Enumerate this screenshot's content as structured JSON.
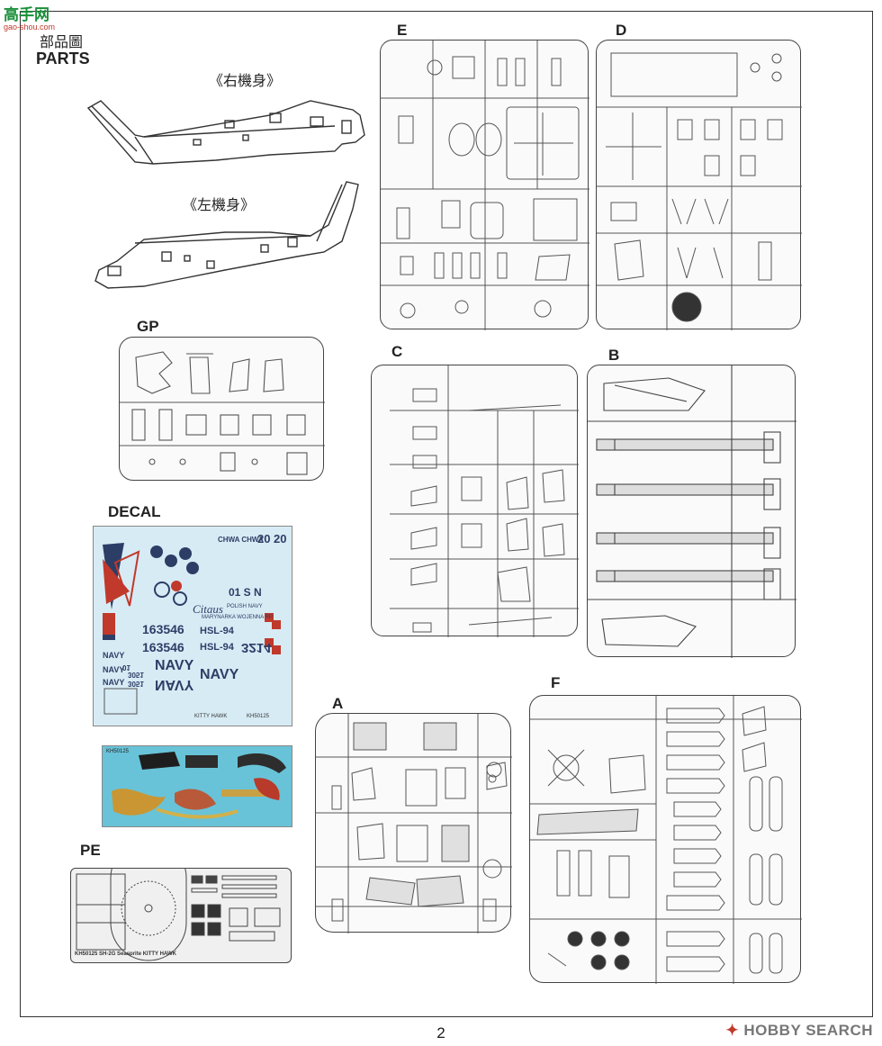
{
  "header": {
    "logo_text": "高手网",
    "logo_subtext": "gao-shou.com",
    "title_cn": "部品圖",
    "title_en": "PARTS"
  },
  "fuselage": {
    "right_label": "《右機身》",
    "left_label": "《左機身》"
  },
  "sprues": {
    "E": "E",
    "D": "D",
    "GP": "GP",
    "C": "C",
    "B": "B",
    "A": "A",
    "F": "F"
  },
  "sections": {
    "decal": "DECAL",
    "pe": "PE"
  },
  "decal_sheet": {
    "top_codes": "CHWA  CHWA",
    "num_20a": "20",
    "num_20b": "20",
    "brand": "Citaus",
    "polish_navy": "POLISH NAVY",
    "polish_long": "MARYNARKA WOJENNA RP",
    "serial1": "163546",
    "serial2": "163546",
    "hsl1": "HSL-94",
    "hsl2": "HSL-94",
    "navy_big1": "NAVY",
    "navy_big2": "NAVY",
    "navy_rev": "NAVY",
    "num_3214": "3214",
    "small_navy1": "NAVY",
    "small_navy2": "NAVY",
    "small_navy3": "NAVY",
    "code_01": "01",
    "code_3051a": "3051",
    "code_3051b": "3051",
    "code_01sn": "01 S N",
    "kit_code": "KH50125",
    "maker": "KITTY HAWK"
  },
  "decal_sheet2": {
    "kit_code": "KH50125"
  },
  "pe_sheet": {
    "footer": "KH50125  SH-2G Seasprite  KITTY HAWK"
  },
  "footer": {
    "page_number": "2",
    "hobby_search": "HOBBY SEARCH"
  },
  "colors": {
    "decal_bg": "#d7ebf5",
    "decal_red": "#c0392b",
    "decal_navy": "#2c3e66",
    "decal2_bg": "#68c3d8"
  }
}
